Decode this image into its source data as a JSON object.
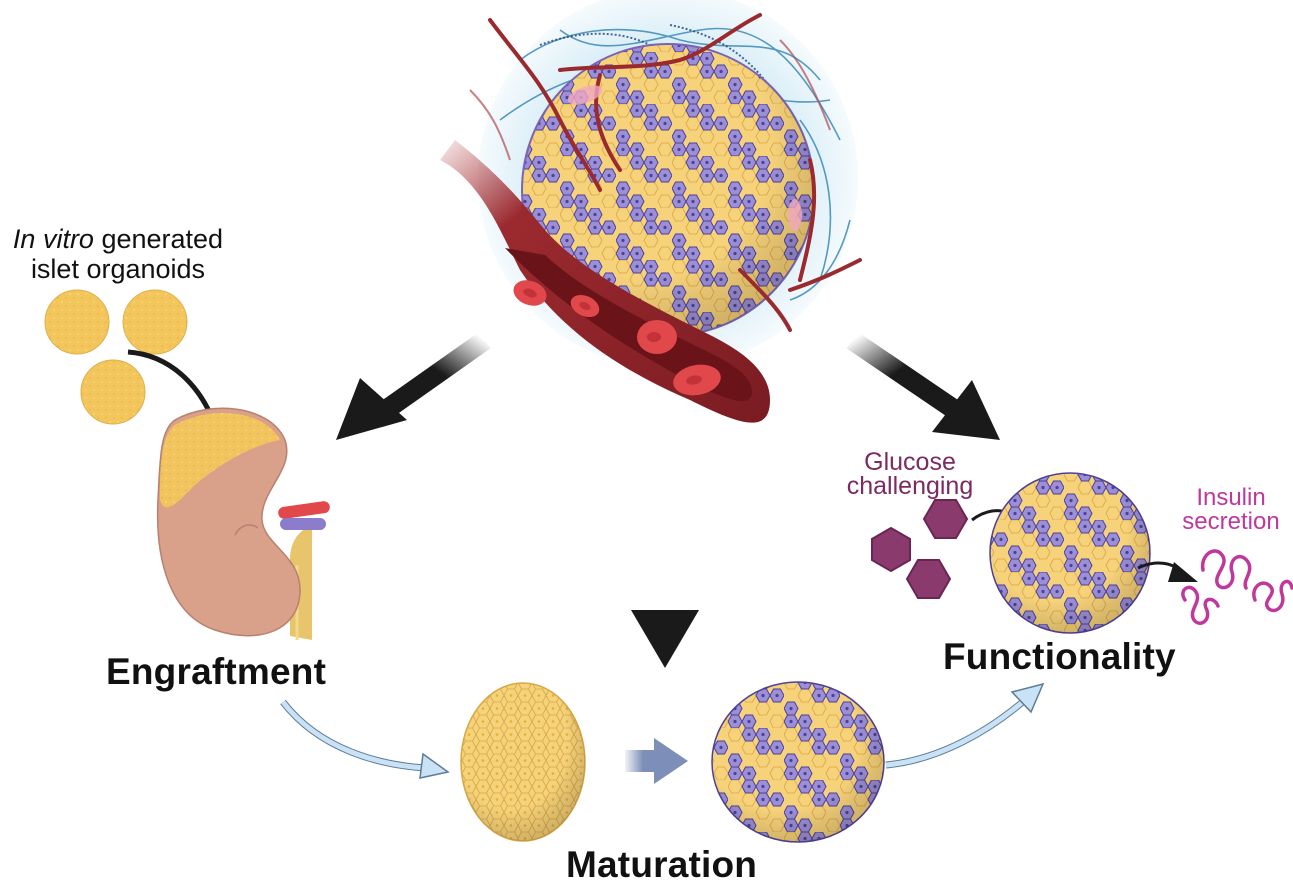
{
  "figure": {
    "title": "Islet organoid engraftment, maturation and functionality via vascularization",
    "source_label": {
      "italic": "In vitro",
      "rest_line1": " generated",
      "line2": "islet organoids"
    },
    "stages": {
      "engraftment": "Engraftment",
      "maturation": "Maturation",
      "functionality": "Functionality"
    },
    "functionality_annotations": {
      "glucose_line1": "Glucose",
      "glucose_line2": "challenging",
      "insulin_line1": "Insulin",
      "insulin_line2": "secretion"
    },
    "icons": {
      "center": "vascularized-islet-organoid-icon",
      "vessel": "blood-vessel-icon",
      "kidney": "kidney-icon",
      "immature_organoid": "immature-organoid-icon",
      "mature_organoid": "mature-organoid-icon",
      "glucose": "glucose-hexagon-icon",
      "insulin": "insulin-molecule-icon"
    },
    "colors": {
      "beta_cell": "#f6d27a",
      "alpha_cell": "#9b8fd6",
      "vessel": "#8e1f24",
      "red_blood_cell": "#e0484c",
      "kidney": "#d9a08a",
      "glucose": "#8b3a6e",
      "insulin": "#c0389b",
      "flow_arrow": "#c9e2f6",
      "main_arrow": "#1a1a1a"
    }
  }
}
